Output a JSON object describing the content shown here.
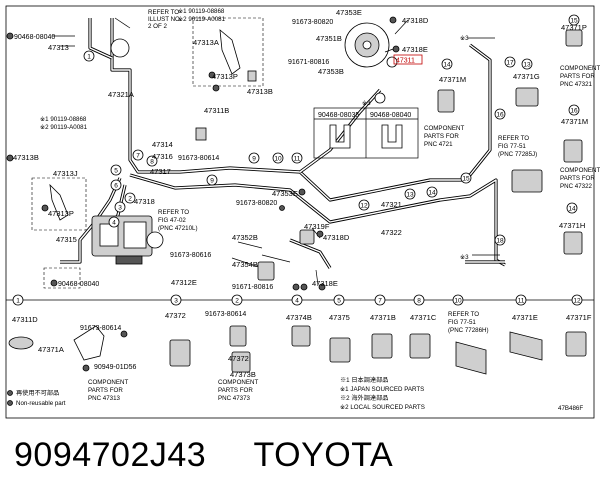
{
  "part_labels": {
    "p47313_top": "47313",
    "p90468_08040_tl": "90468-08040",
    "p90119_08868_top": "※1 90119-08868",
    "p90119_a0081_top": "※2 90119-A0081",
    "p47313A": "47313A",
    "p47313P_top": "47313P",
    "p47313B_top": "47313B",
    "p47314": "47314",
    "p47316": "47316",
    "p47317": "47317",
    "p47318": "47318",
    "p47315": "47315",
    "p47311B": "47311B",
    "p47313J": "47313J",
    "p47313P_mid": "47313P",
    "p47313B_left": "47313B",
    "p90119_08868_mid": "※1 90119-08868",
    "p90119_a0081_mid": "※2 90119-A0081",
    "p90468_08040_mid": "90468-08040",
    "p91673_80614_mid": "91673-80614",
    "p91673_80820_top": "91673-80820",
    "p47353E": "47353E",
    "p47351B": "47351B",
    "p47318D": "47318D",
    "p47318E_top": "47318E",
    "p47311": "47311",
    "p91671_80816_top": "91671-80816",
    "p47353B": "47353B",
    "p47353E_mid": "47353E",
    "p91673_80820_mid": "91673-80820",
    "p47352B": "47352B",
    "p47319F": "47319F",
    "p47318D_mid": "47318D",
    "p91673_80616": "91673-80616",
    "p47354B": "47354B",
    "p47312E": "47312E",
    "p91671_80816_mid": "91671-80816",
    "p47318E_mid": "47318E",
    "p47321": "47321",
    "p47322": "47322",
    "p47371M_mid": "47371M",
    "p47371P": "47371P",
    "p47371G": "47371G",
    "p47371M_right": "47371M",
    "p47371H": "47371H",
    "p90468_08035": "90468-08035",
    "p90468_08040_box": "90468-08040",
    "ref_top": "REFER TO\nILLUST NO.\n2 OF 2",
    "ref_47_02": "REFER TO\nFIG 47-02\n(PNC 47210L)",
    "ref_77_51a": "REFER TO\nFIG 77-51\n(PNC 77285J)",
    "ref_77_51b": "REFER TO\nFIG 77-51\n(PNC 77286H)",
    "comp_4721": "COMPONENT\nPARTS FOR\nPNC 4721",
    "comp_47321": "COMPONENT\nPARTS FOR\nPNC 47321",
    "comp_47322": "COMPONENT\nPARTS FOR\nPNC 47322",
    "comp_47313": "COMPONENT\nPARTS FOR\nPNC 47313",
    "comp_47373": "COMPONENT\nPARTS FOR\nPNC 47373",
    "b_47311D": "47311D",
    "b_47371A": "47371A",
    "b_91673_80614": "91673-80614",
    "b_90949_01D56": "90949-01D56",
    "b_47372": "47372",
    "b_91673_80614b": "91673-80614",
    "b_47372b": "47372",
    "b_47373B": "47373B",
    "b_47374B": "47374B",
    "b_47375": "47375",
    "b_47371B": "47371B",
    "b_47371C": "47371C",
    "b_47371E": "47371E",
    "b_47371F": "47371F",
    "star3": "※3"
  },
  "legend": {
    "reuse_jp": "再使用不可部品",
    "nonreuse": "Non-reusable part",
    "note1_jp": "※1 日本調達部品",
    "note1_en": "※1 JAPAN SOURCED PARTS",
    "note2_jp": "※2 海外調達部品",
    "note2_en": "※2 LOCAL SOURCED PARTS"
  },
  "figure_code": "47B486F",
  "part_number_title": "9094702J43",
  "brand": "TOYOTA",
  "callouts": [
    "1",
    "2",
    "3",
    "4",
    "5",
    "6",
    "7",
    "8",
    "9",
    "10",
    "11",
    "12",
    "13",
    "14",
    "15",
    "16",
    "17",
    "18"
  ],
  "highlight_color": "#c00000"
}
